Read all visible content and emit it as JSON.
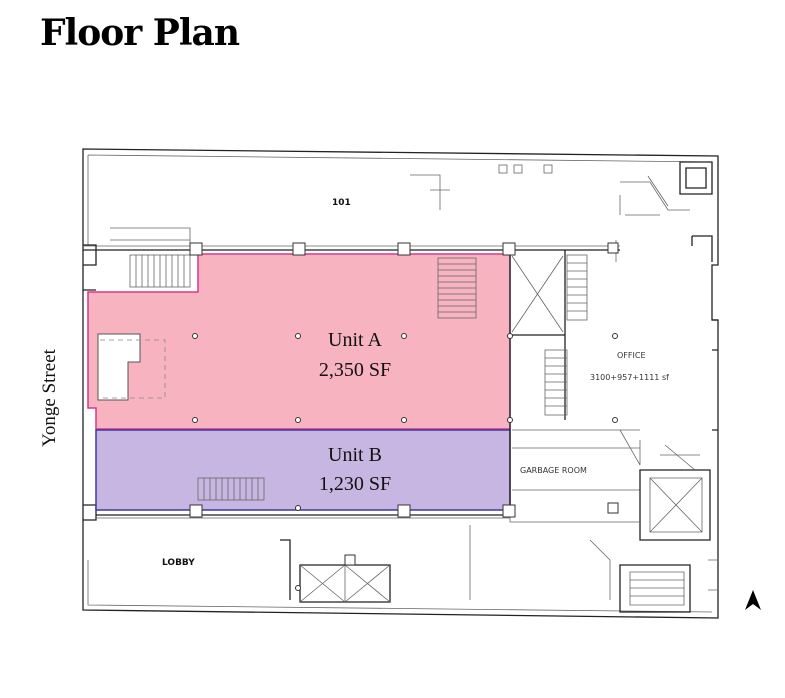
{
  "page": {
    "title": "Floor Plan"
  },
  "street": {
    "name": "Yonge Street"
  },
  "rooms": {
    "r101": "101",
    "lobby": "LOBBY",
    "office": "OFFICE",
    "office_area": "3100+957+1111 sf",
    "garbage": "GARBAGE ROOM"
  },
  "units": [
    {
      "name": "Unit A",
      "area": "2,350 SF",
      "color": "#f7b3c0",
      "stroke": "#d6398a"
    },
    {
      "name": "Unit B",
      "area": "1,230 SF",
      "color": "#c8b6e2",
      "stroke": "#3a3aa0"
    }
  ],
  "compass": {
    "icon": "north-arrow-icon"
  }
}
